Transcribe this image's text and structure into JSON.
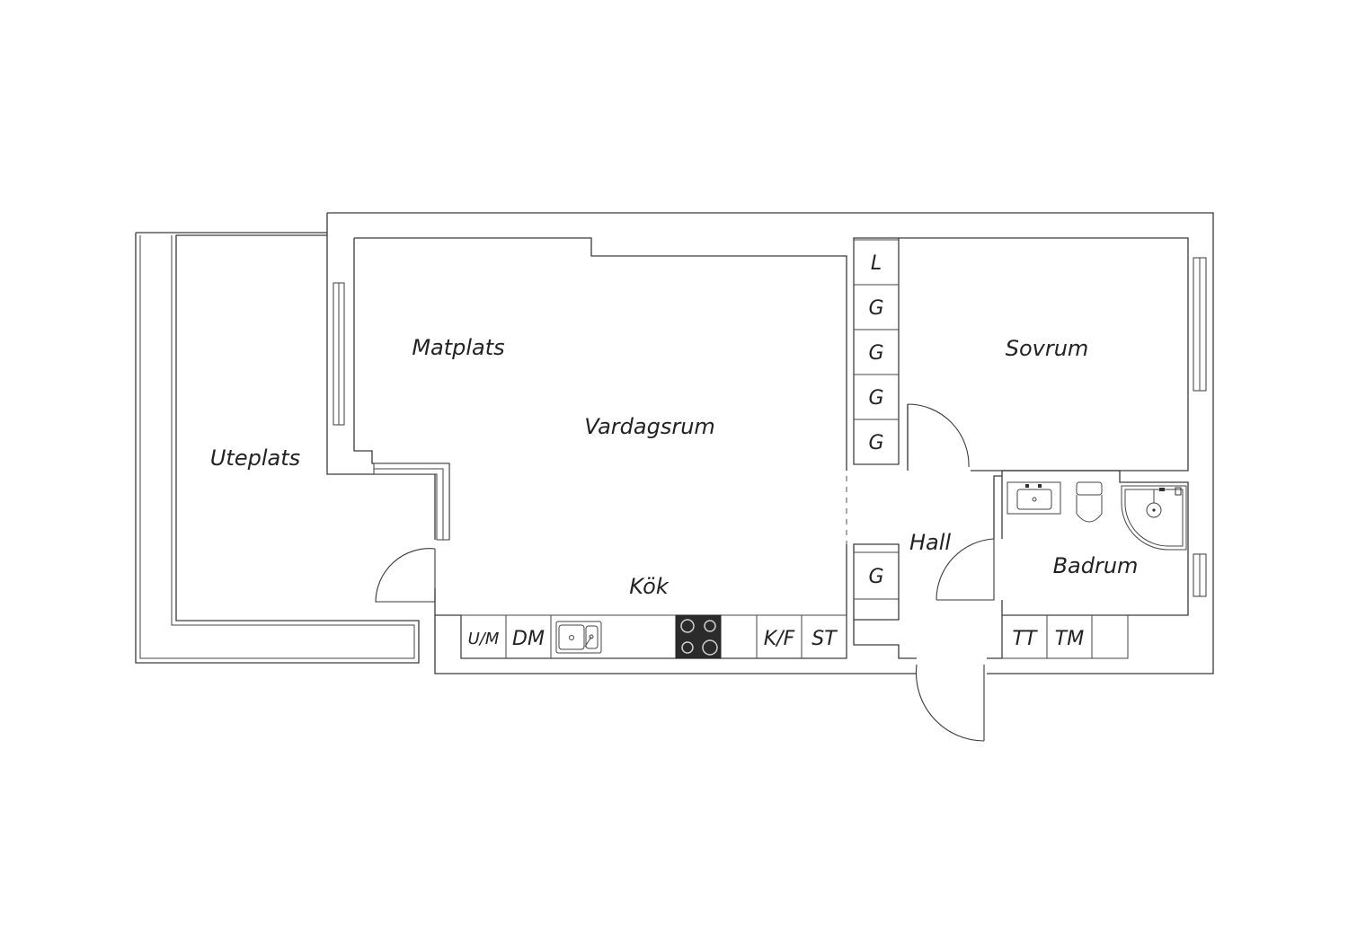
{
  "rooms": {
    "uteplats": "Uteplats",
    "matplats": "Matplats",
    "vardagsrum": "Vardagsrum",
    "kok": "Kök",
    "sovrum": "Sovrum",
    "hall": "Hall",
    "badrum": "Badrum"
  },
  "closets": {
    "linen": "L",
    "wardrobe_1": "G",
    "wardrobe_2": "G",
    "wardrobe_3": "G",
    "wardrobe_4": "G",
    "hall_wardrobe": "G"
  },
  "kitchen": {
    "microwave": "U/M",
    "dishwasher": "DM",
    "fridge_freezer": "K/F",
    "cabinet": "ST"
  },
  "bathroom_appliances": {
    "dryer": "TT",
    "washer": "TM"
  },
  "icons": [
    "sink-icon",
    "stove-icon",
    "washbasin-icon",
    "toilet-icon",
    "shower-icon"
  ]
}
